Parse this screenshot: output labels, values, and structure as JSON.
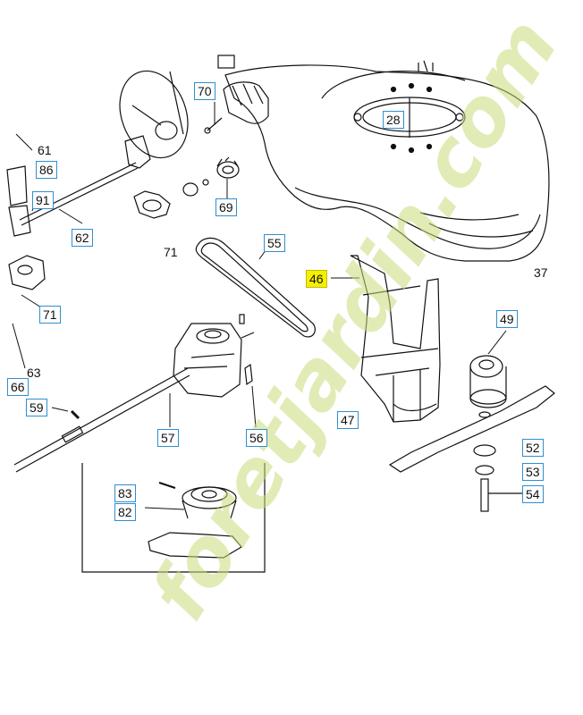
{
  "diagram": {
    "highlight_color": "#f4f000",
    "box_color": "#2f8fd0",
    "labels": {
      "l61": "61",
      "l86": "86",
      "l91": "91",
      "l62": "62",
      "l71a": "71",
      "l71b": "71",
      "l70": "70",
      "l69": "69",
      "l28": "28",
      "l55": "55",
      "l46": "46",
      "l37": "37",
      "l63": "63",
      "l66": "66",
      "l59": "59",
      "l57": "57",
      "l56": "56",
      "l47": "47",
      "l49": "49",
      "l52": "52",
      "l53": "53",
      "l54": "54",
      "l83": "83",
      "l82": "82"
    }
  },
  "watermark": {
    "text": "foretjardin.com",
    "color": "#c9dc7c"
  }
}
